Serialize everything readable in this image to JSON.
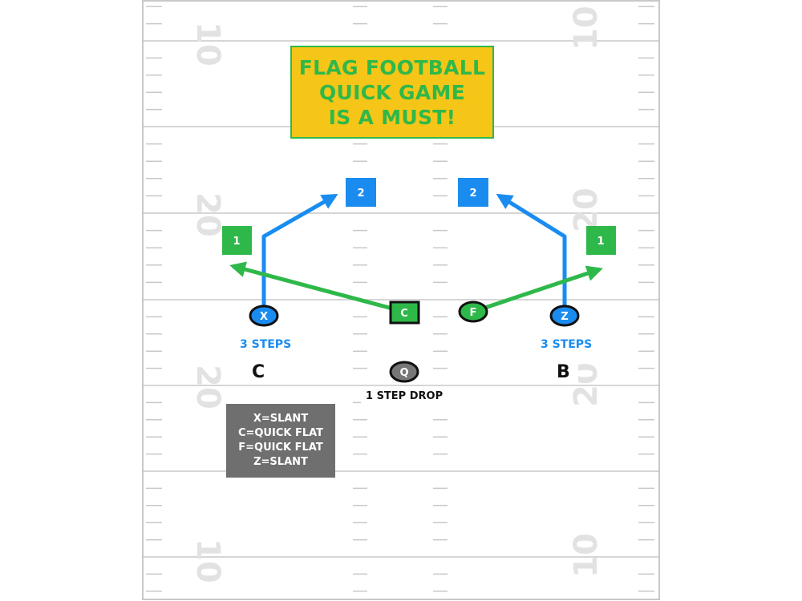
{
  "title": {
    "lines": [
      "FLAG FOOTBALL",
      "QUICK GAME",
      "IS A MUST!"
    ]
  },
  "colors": {
    "blue": "#1a8cf0",
    "green": "#2fb84a",
    "yellow": "#f5c518",
    "gray_box": "#6f6f6f",
    "field_lines": "#c8c8c8",
    "yard_numbers": "#e2e2e2"
  },
  "yard_numbers": [
    "10",
    "20",
    "20",
    "10"
  ],
  "players": {
    "x": "X",
    "c": "C",
    "f": "F",
    "z": "Z",
    "q": "Q"
  },
  "read_numbers": {
    "first": "1",
    "second": "2"
  },
  "labels": {
    "steps_left": "3 STEPS",
    "steps_right": "3 STEPS",
    "letter_left": "C",
    "letter_right": "B",
    "qb_drop": "1 STEP DROP"
  },
  "routes": [
    "X=SLANT",
    "C=QUICK FLAT",
    "F=QUICK FLAT",
    "Z=SLANT"
  ]
}
